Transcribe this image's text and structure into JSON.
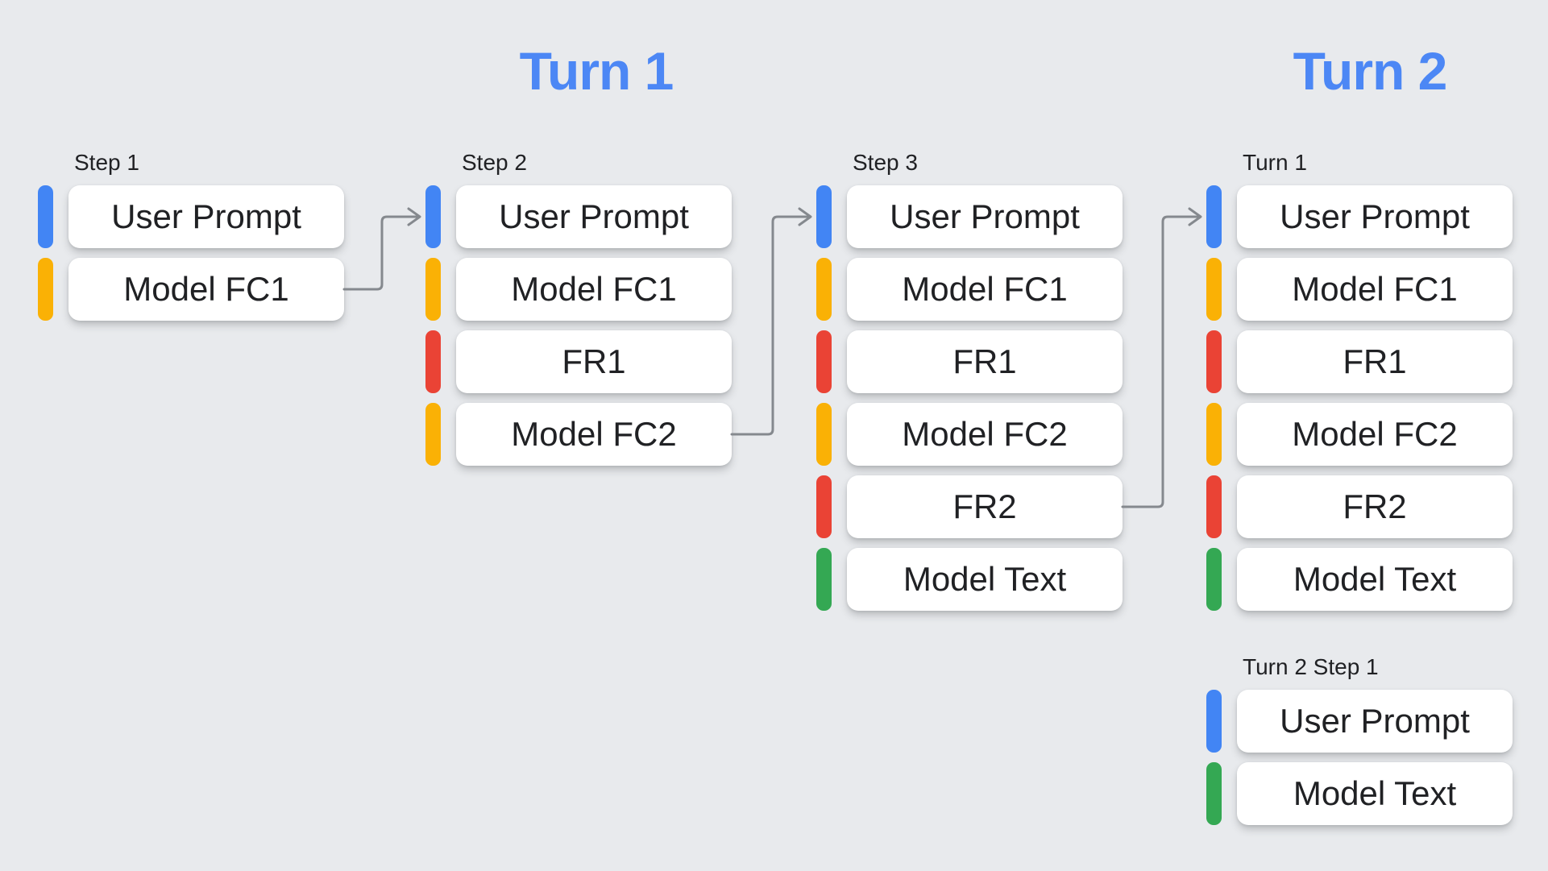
{
  "titles": {
    "turn1": "Turn 1",
    "turn2": "Turn 2"
  },
  "colors": {
    "blue": "#4285F4",
    "yellow": "#FAB105",
    "red": "#EA4335",
    "green": "#34A853",
    "arrow": "#85898E",
    "background": "#E8EAED",
    "title": "#4C87F5",
    "text": "#202124",
    "card_bg": "#FFFFFF"
  },
  "columns": [
    {
      "label": "Step 1",
      "items": [
        {
          "label": "User Prompt",
          "color": "blue"
        },
        {
          "label": "Model FC1",
          "color": "yellow"
        }
      ]
    },
    {
      "label": "Step 2",
      "items": [
        {
          "label": "User Prompt",
          "color": "blue"
        },
        {
          "label": "Model FC1",
          "color": "yellow"
        },
        {
          "label": "FR1",
          "color": "red"
        },
        {
          "label": "Model FC2",
          "color": "yellow"
        }
      ]
    },
    {
      "label": "Step 3",
      "items": [
        {
          "label": "User Prompt",
          "color": "blue"
        },
        {
          "label": "Model FC1",
          "color": "yellow"
        },
        {
          "label": "FR1",
          "color": "red"
        },
        {
          "label": "Model FC2",
          "color": "yellow"
        },
        {
          "label": "FR2",
          "color": "red"
        },
        {
          "label": "Model Text",
          "color": "green"
        }
      ]
    },
    {
      "label": "Turn 1",
      "items": [
        {
          "label": "User Prompt",
          "color": "blue"
        },
        {
          "label": "Model FC1",
          "color": "yellow"
        },
        {
          "label": "FR1",
          "color": "red"
        },
        {
          "label": "Model FC2",
          "color": "yellow"
        },
        {
          "label": "FR2",
          "color": "red"
        },
        {
          "label": "Model Text",
          "color": "green"
        }
      ]
    },
    {
      "label": "Turn 2 Step 1",
      "items": [
        {
          "label": "User Prompt",
          "color": "blue"
        },
        {
          "label": "Model Text",
          "color": "green"
        }
      ]
    }
  ],
  "arrows": [
    {
      "from_column": 0,
      "from_item": 1,
      "to_column": 1,
      "to_item": 0
    },
    {
      "from_column": 1,
      "from_item": 3,
      "to_column": 2,
      "to_item": 0
    },
    {
      "from_column": 2,
      "from_item": 4,
      "to_column": 3,
      "to_item": 0
    }
  ]
}
